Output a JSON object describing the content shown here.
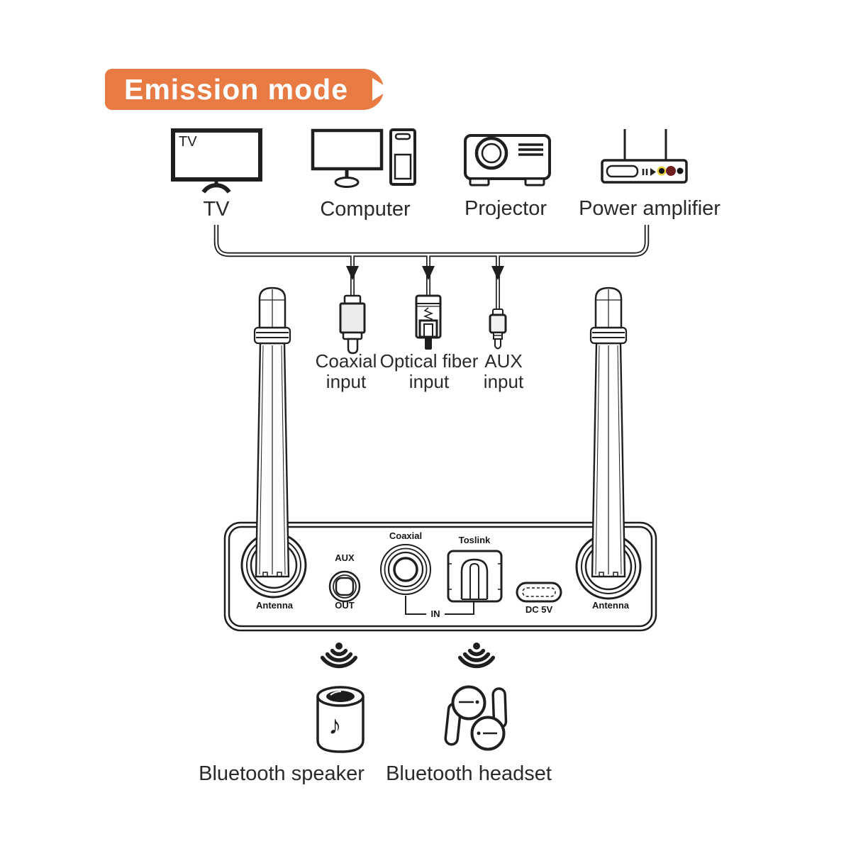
{
  "banner": {
    "label": "Emission mode",
    "background_color": "#e87a43",
    "text_color": "#ffffff"
  },
  "source_devices": {
    "tv": {
      "label": "TV",
      "screen_text": "TV"
    },
    "computer": {
      "label": "Computer"
    },
    "projector": {
      "label": "Projector"
    },
    "power_amplifier": {
      "label": "Power amplifier",
      "indicator_colors": [
        "#e8d23f",
        "#6e2020",
        "#141414"
      ]
    }
  },
  "input_plugs": {
    "coaxial": {
      "line1": "Coaxial",
      "line2": "input"
    },
    "optical": {
      "line1": "Optical fiber",
      "line2": "input"
    },
    "aux": {
      "line1": "AUX",
      "line2": "input"
    }
  },
  "device_panel": {
    "antenna_left_label": "Antenna",
    "aux_out_label_top": "AUX",
    "aux_out_label_bottom": "OUT",
    "coaxial_label": "Coaxial",
    "toslink_label": "Toslink",
    "in_label": "IN",
    "dc_label": "DC 5V",
    "antenna_right_label": "Antenna"
  },
  "output_devices": {
    "speaker": {
      "label": "Bluetooth speaker",
      "music_note_icon": "♪"
    },
    "headset": {
      "label": "Bluetooth headset"
    }
  },
  "line_color": "#1f1f1f"
}
